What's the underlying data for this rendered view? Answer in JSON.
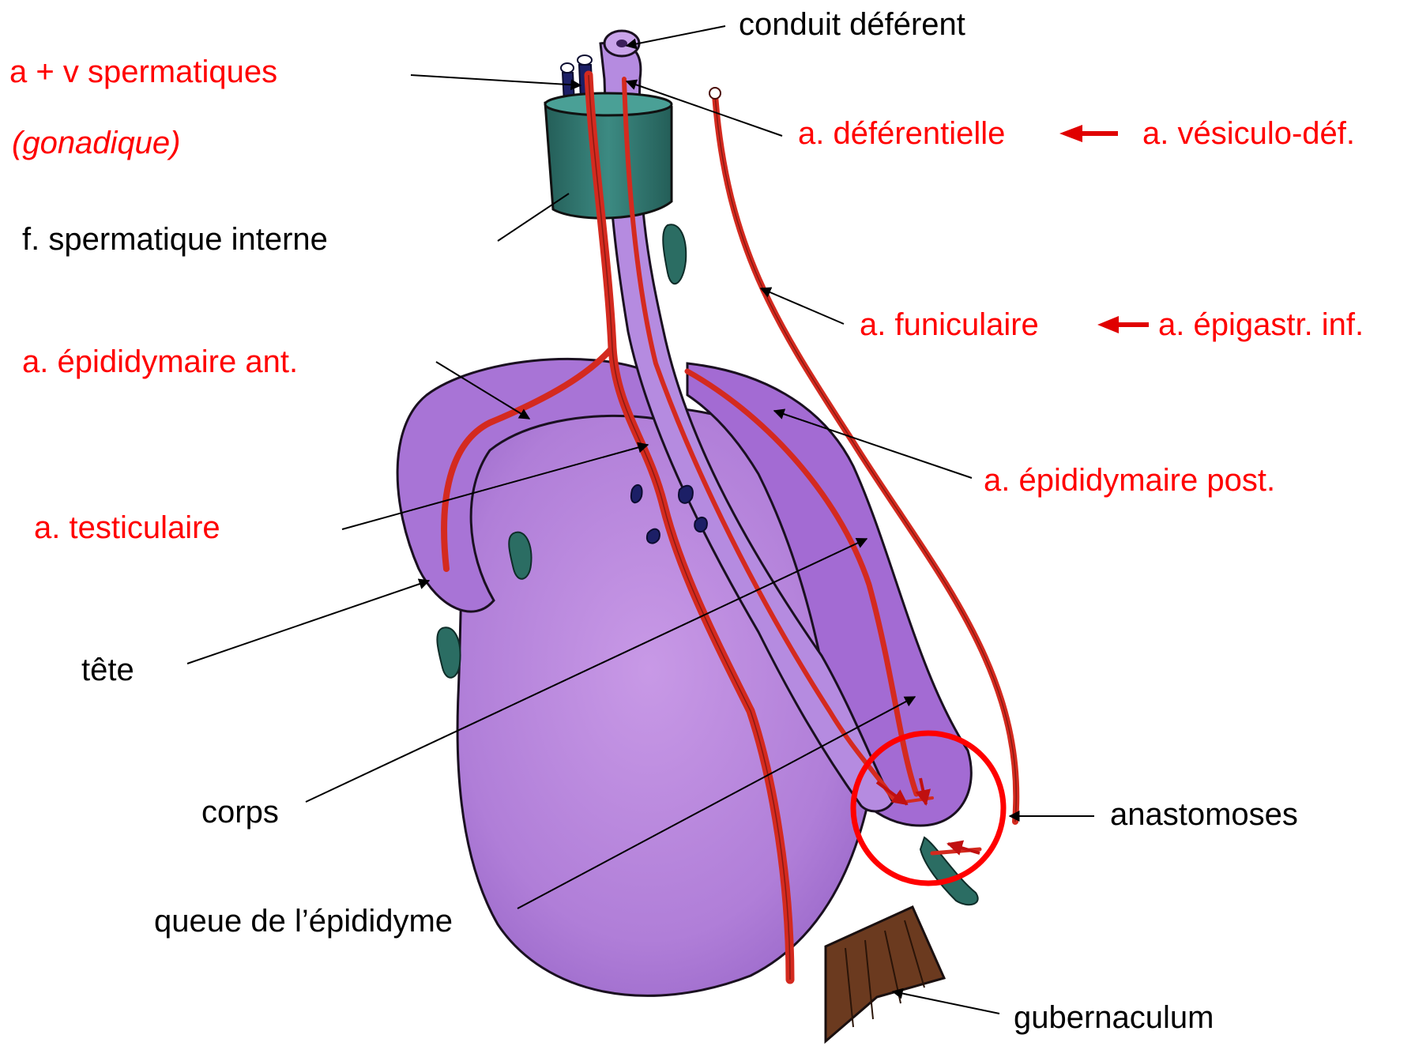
{
  "labels": {
    "conduit_deferent": "conduit déférent",
    "a_v_spermatiques": "a + v spermatiques",
    "gonadique": "(gonadique)",
    "a_deferentielle": "a. déférentielle",
    "a_vesiculo_def": "a. vésiculo-déf.",
    "f_spermatique_interne": "f. spermatique interne",
    "a_funiculaire": "a. funiculaire",
    "a_epigastr_inf": "a. épigastr. inf.",
    "a_epididymaire_ant": "a. épididymaire ant.",
    "a_epididymaire_post": "a. épididymaire post.",
    "a_testiculaire": "a. testiculaire",
    "tete": "tête",
    "corps": "corps",
    "anastomoses": "anastomoses",
    "queue_epididyme": "queue de l’épididyme",
    "gubernaculum": "gubernaculum"
  },
  "colors": {
    "artery_label": "#ff0000",
    "structure_label": "#000000",
    "testis_fill": "#b57fd8",
    "testis_outline": "#1a1020",
    "epididymis_fill": "#a06ad0",
    "artery": "#d42a1f",
    "fascia": "#2f7a72",
    "vein": "#1c1f66",
    "gubernaculum": "#6b3a1f",
    "anastomosis_circle": "#ff0000"
  }
}
